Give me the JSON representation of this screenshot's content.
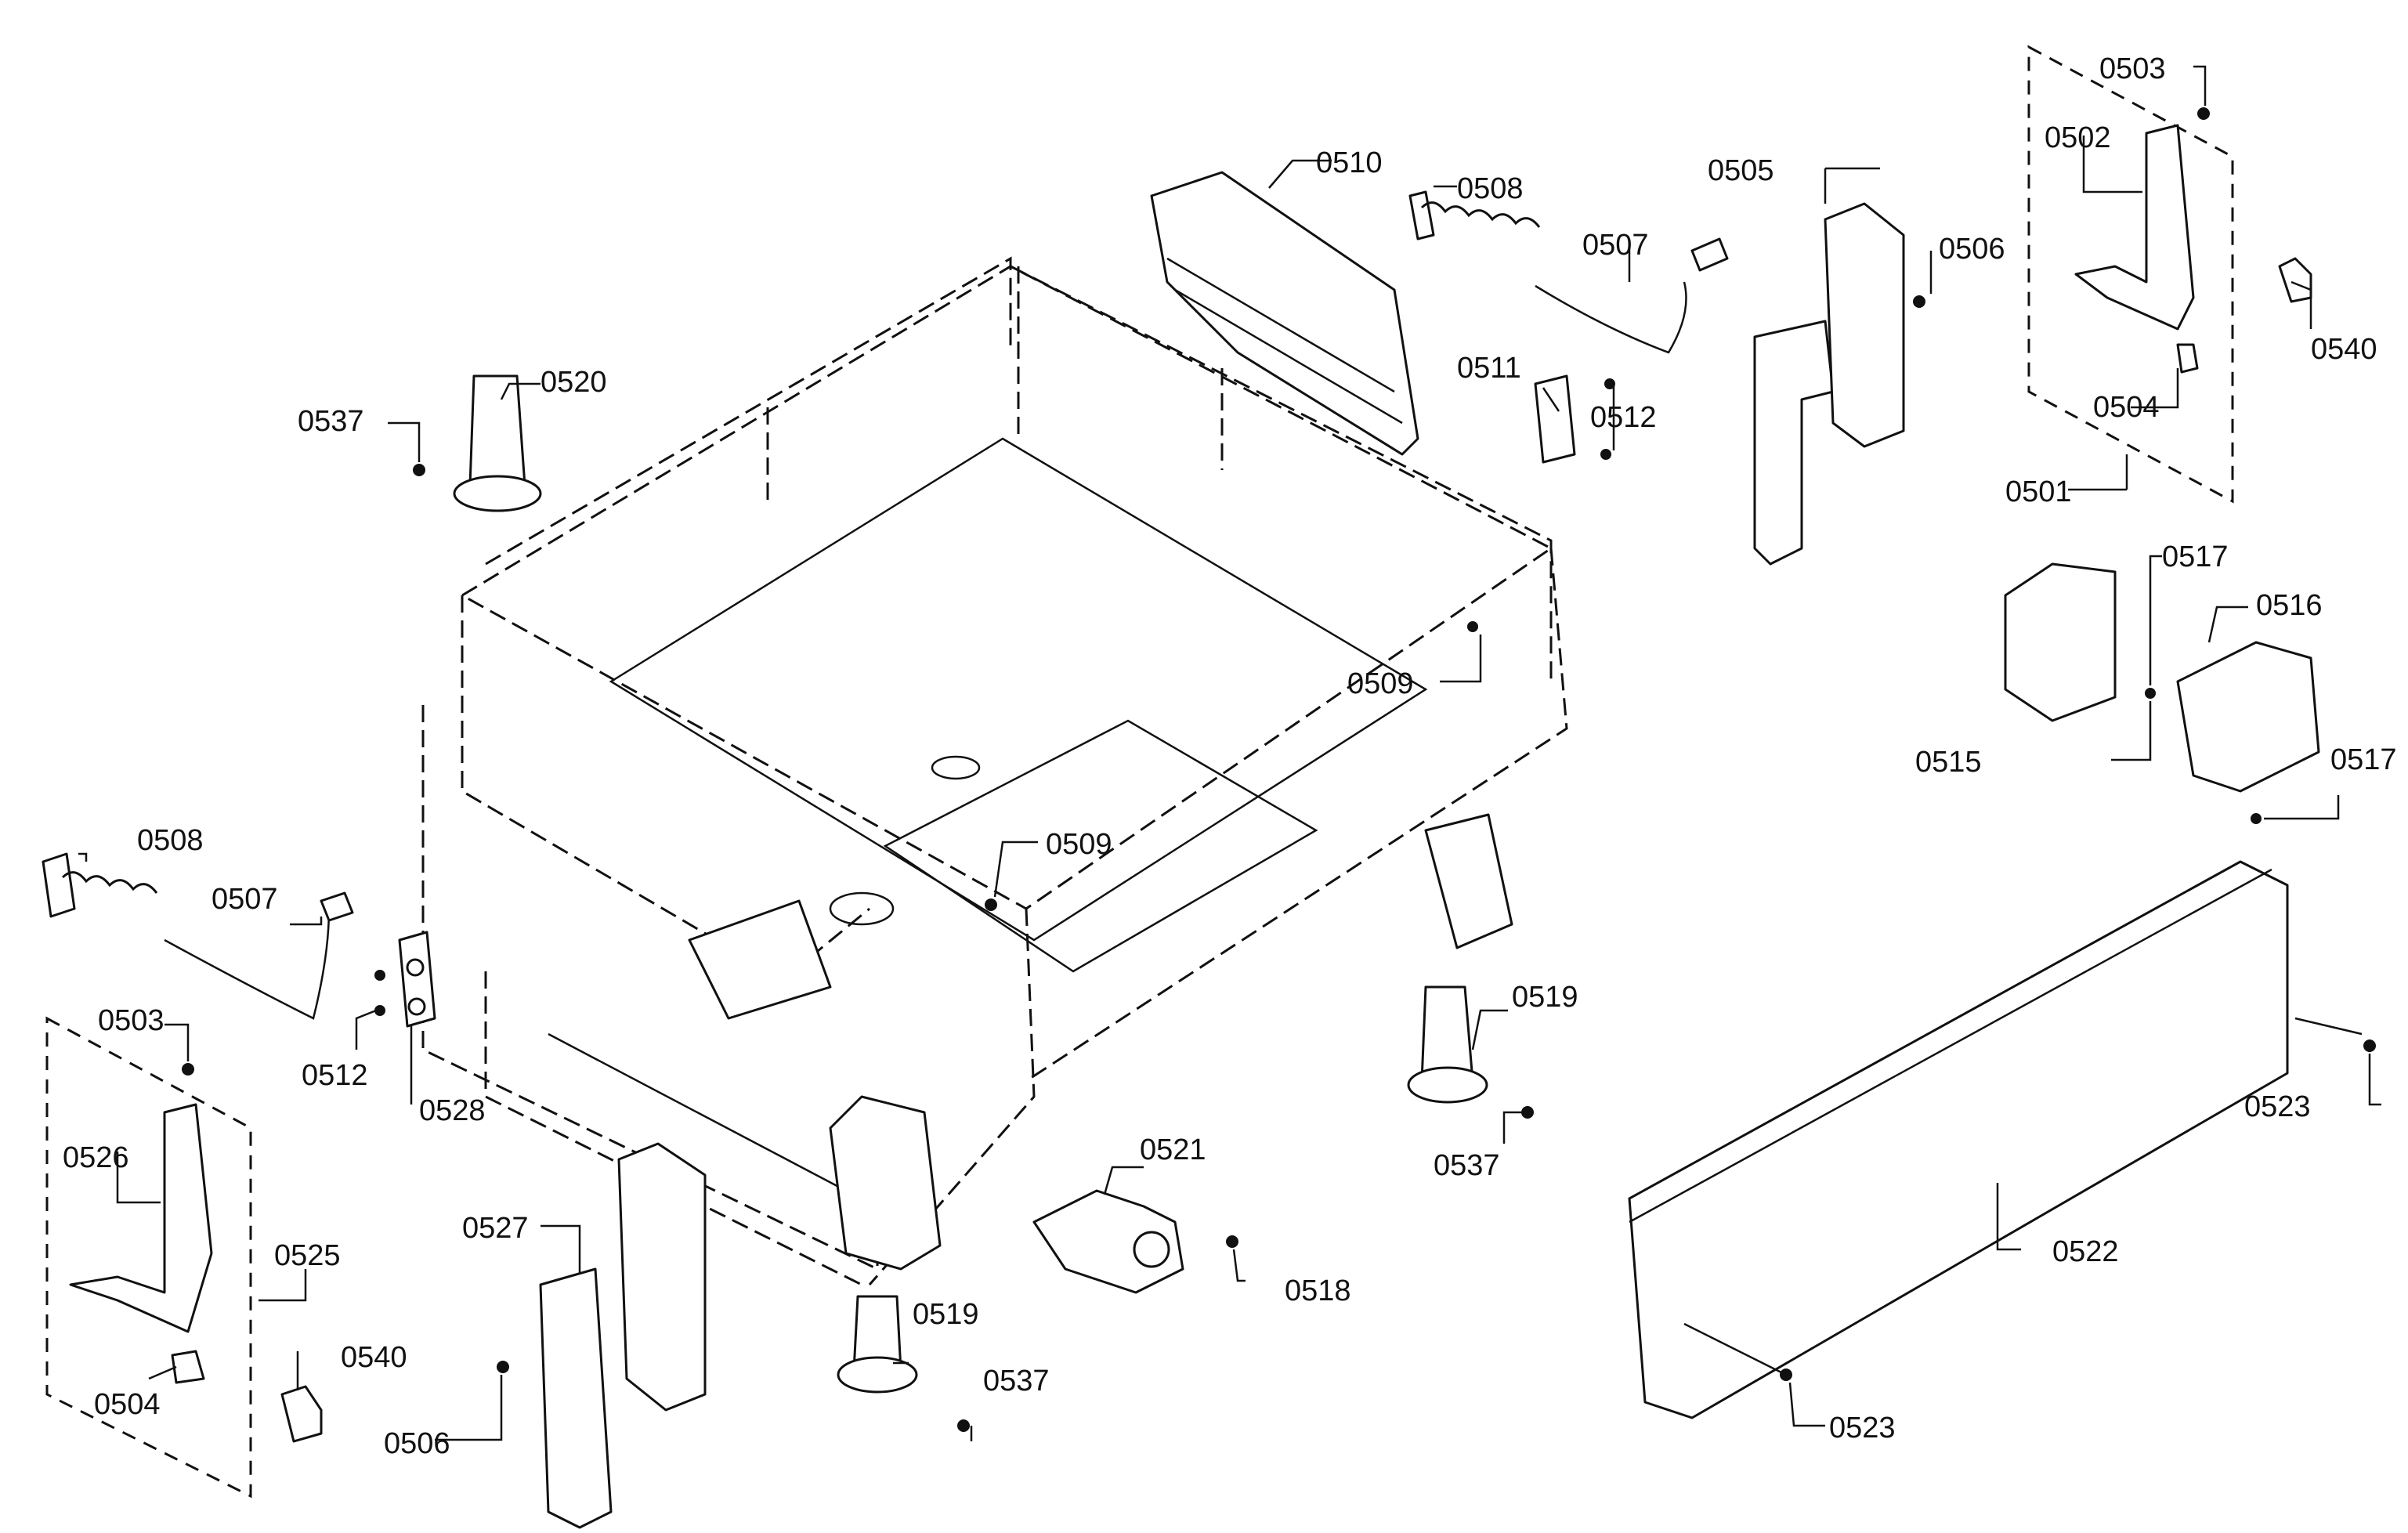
{
  "diagram": {
    "callouts": {
      "c0501": "0501",
      "c0502": "0502",
      "c0503_top": "0503",
      "c0503_left": "0503",
      "c0504_top": "0504",
      "c0504_left": "0504",
      "c0505": "0505",
      "c0506_top": "0506",
      "c0506_bottom": "0506",
      "c0507_top": "0507",
      "c0507_left": "0507",
      "c0508_top": "0508",
      "c0508_left": "0508",
      "c0509_right": "0509",
      "c0509_center": "0509",
      "c0510": "0510",
      "c0511": "0511",
      "c0512_top": "0512",
      "c0512_left": "0512",
      "c0515": "0515",
      "c0516": "0516",
      "c0517_top": "0517",
      "c0517_right": "0517",
      "c0518": "0518",
      "c0519_right": "0519",
      "c0519_bottom": "0519",
      "c0520": "0520",
      "c0521": "0521",
      "c0522": "0522",
      "c0523_right": "0523",
      "c0523_bottom": "0523",
      "c0525": "0525",
      "c0526": "0526",
      "c0527": "0527",
      "c0528": "0528",
      "c0537_topleft": "0537",
      "c0537_right": "0537",
      "c0537_bottom": "0537",
      "c0540_right": "0540",
      "c0540_left": "0540"
    }
  }
}
